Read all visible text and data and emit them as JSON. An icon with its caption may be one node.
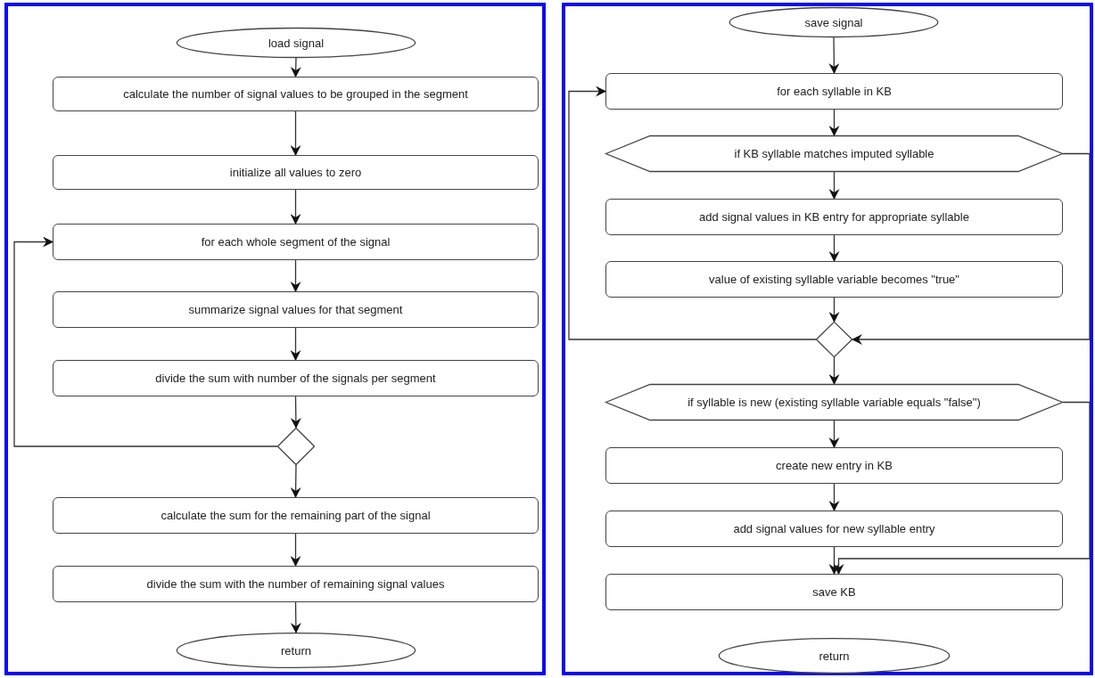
{
  "diagram": {
    "nodes": [
      {
        "text": [],
        "shape": "box"
      },
      {
        "text": [
          "load signal"
        ],
        "in": 0
      },
      {
        "text": [
          "calculate the number of signal values to be grouped in the segment"
        ],
        "in": 0
      },
      {
        "text": [
          "initialize all values to zero"
        ],
        "in": 0
      },
      {
        "text": [
          "for each whole segment of the signal"
        ],
        "in": 0
      },
      {
        "text": [
          "summarize signal values for that segment"
        ],
        "in": 0
      },
      {
        "text": [
          "divide the sum with number of the signals per segment"
        ],
        "in": 0
      },
      {
        "text": [],
        "shape": "diamond",
        "in": 0
      },
      {
        "text": [
          "calculate the sum for the remaining part of the signal"
        ],
        "in": 0
      },
      {
        "text": [
          "divide the sum with the number of remaining signal values"
        ],
        "in": 0
      },
      {
        "text": [
          "return"
        ],
        "in": 0
      },
      {
        "text": [],
        "shape": "box"
      },
      {
        "text": [
          "save signal"
        ],
        "in": 11
      },
      {
        "text": [
          "for each syllable in KB"
        ],
        "in": 11
      },
      {
        "text": [
          "if KB syllable matches imputed syllable"
        ],
        "in": 11
      },
      {
        "text": [
          "add signal values in KB entry for appropriate syllable"
        ],
        "in": 11
      },
      {
        "text": [
          "value of existing syllable variable becomes \"true\""
        ],
        "in": 11
      },
      {
        "text": [],
        "shape": "diamond",
        "in": 11
      },
      {
        "text": [
          "if syllable is new (existing syllable variable equals \"false\")"
        ],
        "in": 11
      },
      {
        "text": [
          "create new entry in KB"
        ],
        "in": 11
      },
      {
        "text": [
          "add signal values for new syllable entry"
        ],
        "in": 11
      },
      {
        "text": [
          "save KB"
        ],
        "in": 11
      },
      {
        "text": [
          "return"
        ],
        "in": 11
      }
    ],
    "edges": [
      {
        "from": 1,
        "to": 2,
        "arrow": "to"
      },
      {
        "from": 2,
        "to": 3,
        "arrow": "to"
      },
      {
        "from": 3,
        "to": 4,
        "arrow": "to"
      },
      {
        "from": 4,
        "to": 5,
        "arrow": "to"
      },
      {
        "from": 5,
        "to": 6,
        "arrow": "to"
      },
      {
        "from": 6,
        "to": 7,
        "arrow": "to"
      },
      {
        "from": 7,
        "to": 4,
        "arrow": "to"
      },
      {
        "from": 7,
        "to": 8,
        "arrow": "to"
      },
      {
        "from": 8,
        "to": 9,
        "arrow": "to"
      },
      {
        "from": 9,
        "to": 10,
        "arrow": "to"
      },
      {
        "from": 12,
        "to": 13,
        "arrow": "to"
      },
      {
        "from": 13,
        "to": 14,
        "arrow": "to"
      },
      {
        "from": 14,
        "to": 15,
        "arrow": "to"
      },
      {
        "from": 15,
        "to": 16,
        "arrow": "to"
      },
      {
        "from": 16,
        "to": 17,
        "arrow": "to"
      },
      {
        "from": 14,
        "to": 17,
        "arrow": "to"
      },
      {
        "from": 17,
        "to": 13,
        "arrow": "to"
      },
      {
        "from": 17,
        "to": 18,
        "arrow": "to"
      },
      {
        "from": 18,
        "to": 19,
        "arrow": "to"
      },
      {
        "from": 19,
        "to": 20,
        "arrow": "to"
      },
      {
        "from": 20,
        "to": 21,
        "arrow": "to"
      },
      {
        "from": 18,
        "to": 21,
        "arrow": "to"
      }
    ]
  }
}
